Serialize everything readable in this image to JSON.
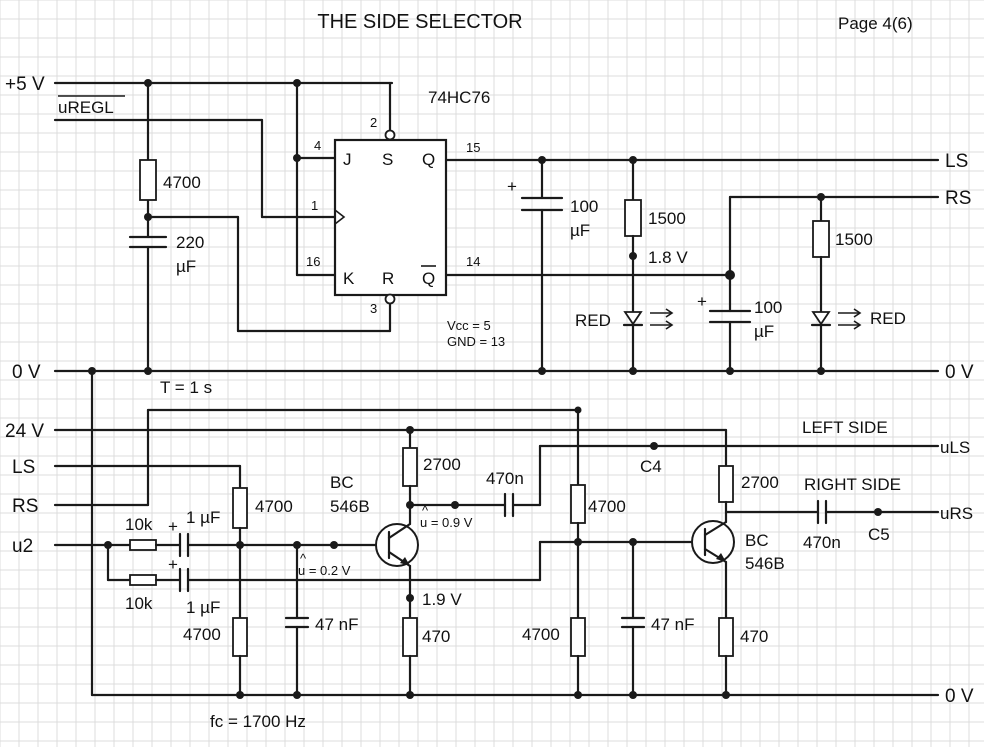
{
  "title": "THE SIDE SELECTOR",
  "page": "Page  4(6)",
  "chip": "74HC76",
  "rails": {
    "p5v": "+5 V",
    "uregl": "uREGL",
    "zero_top": "0 V",
    "zero_top_right": "0 V",
    "v24": "24 V",
    "ls_in": "LS",
    "rs_in": "RS",
    "u2": "u2",
    "zero_bottom": "0 V"
  },
  "outputs": {
    "ls": "LS",
    "rs": "RS",
    "uls": "uLS",
    "urs": "uRS"
  },
  "side_labels": {
    "left": "LEFT SIDE",
    "right": "RIGHT SIDE"
  },
  "flipflop": {
    "pins": {
      "s_num": "2",
      "j_num": "4",
      "clk_num": "1",
      "k_num": "16",
      "r_num": "3",
      "q_num": "15",
      "qbar_num": "14"
    },
    "letters": {
      "s": "S",
      "j": "J",
      "k": "K",
      "r": "R",
      "q": "Q",
      "qbar": "Q"
    },
    "power_note_1": "Vcc = 5",
    "power_note_2": "GND = 13"
  },
  "components": {
    "r_timer": "4700",
    "c_timer_1": "220",
    "c_timer_2": "µF",
    "c_ls_1": "100",
    "c_ls_2": "µF",
    "r_led1": "1500",
    "v_led1": "1.8 V",
    "led1": "RED",
    "c_rs_1": "100",
    "c_rs_2": "µF",
    "r_led2": "1500",
    "led2": "RED",
    "timing": "T = 1 s",
    "r_in_a": "10k",
    "r_in_b": "10k",
    "c_in_a": "1 µF",
    "c_in_b": "1 µF",
    "r_bias_top": "4700",
    "r_bias_bot": "4700",
    "c_filter1": "47 nF",
    "fc": "fc = 1700 Hz",
    "q1_1": "BC",
    "q1_2": "546B",
    "u_base1": "u = 0.2 V",
    "r_coll1": "2700",
    "u_coll1": "u = 0.9 V",
    "c_out1": "470n",
    "c4": "C4",
    "v_emit1": "1.9 V",
    "r_emit1": "470",
    "r_bias2_top": "4700",
    "r_bias2_bot": "4700",
    "c_filter2": "47 nF",
    "r_coll2": "2700",
    "q2_1": "BC",
    "q2_2": "546B",
    "c_out2": "470n",
    "c5": "C5",
    "r_emit2": "470"
  }
}
